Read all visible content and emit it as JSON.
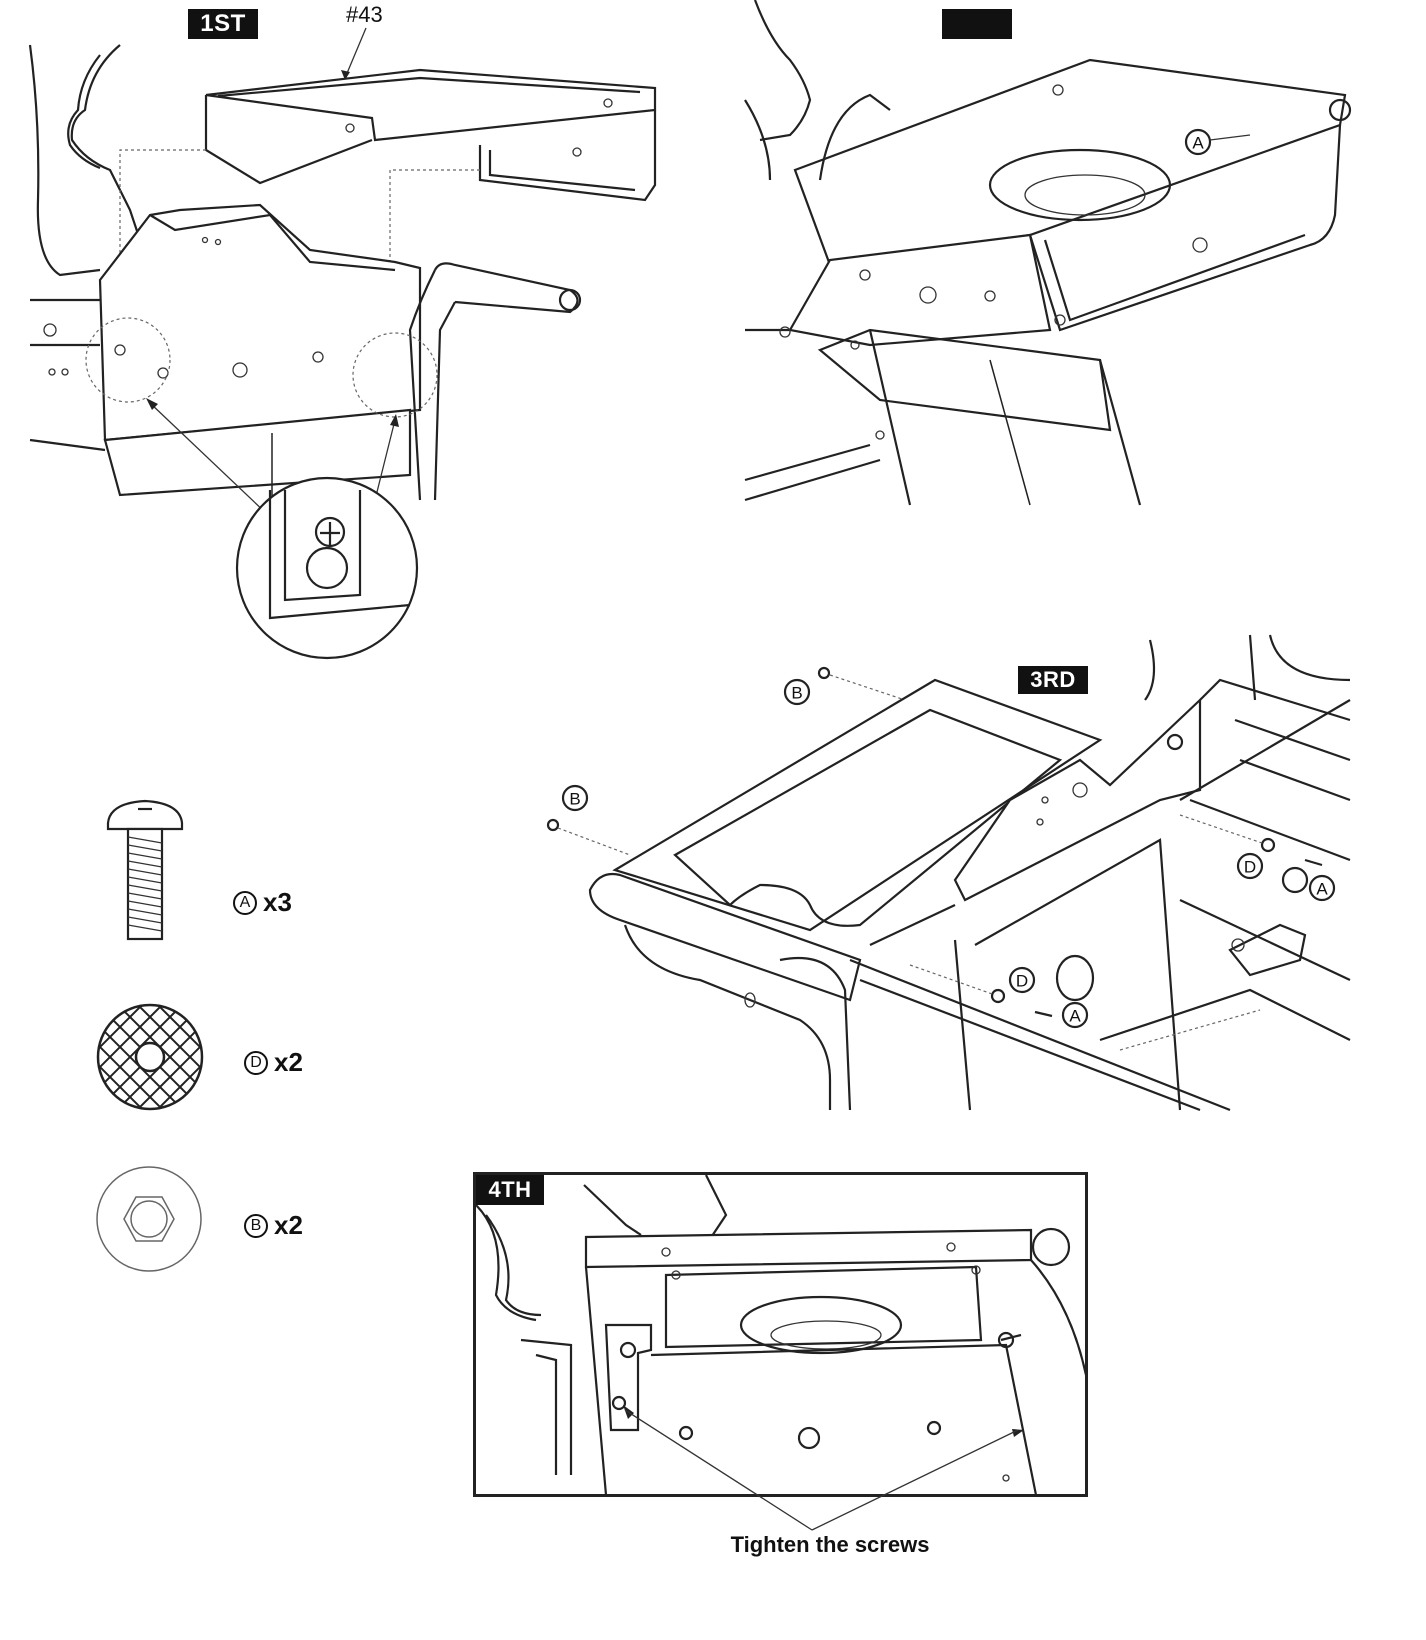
{
  "steps": {
    "first": "1ST",
    "second": "",
    "third": "3RD",
    "fourth": "4TH"
  },
  "part_callout": "#43",
  "hardware": {
    "a": {
      "letter": "A",
      "qty": "x3",
      "icon": "bolt-icon"
    },
    "d": {
      "letter": "D",
      "qty": "x2",
      "icon": "knurled-washer-icon"
    },
    "b": {
      "letter": "B",
      "qty": "x2",
      "icon": "hex-nut-icon"
    }
  },
  "labels": {
    "a": "A",
    "b": "B",
    "d": "D"
  },
  "caption": "Tighten the screws"
}
